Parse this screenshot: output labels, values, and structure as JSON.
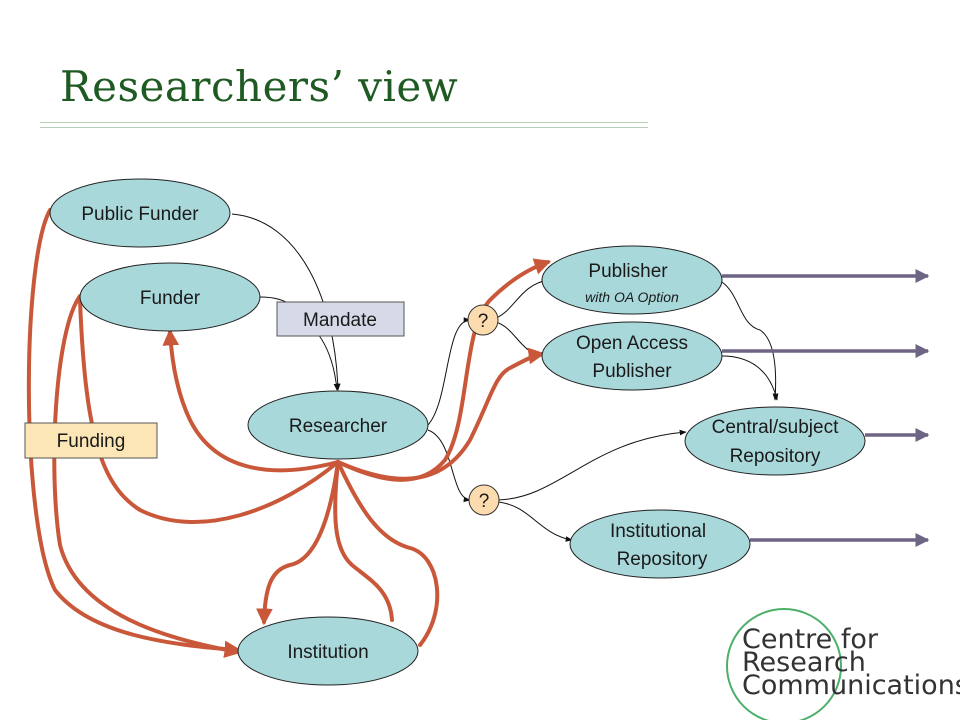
{
  "title": "Researchers’ view",
  "nodes": {
    "public_funder": "Public Funder",
    "funder": "Funder",
    "researcher": "Researcher",
    "institution": "Institution",
    "publisher": "Publisher",
    "publisher_sub": "with OA Option",
    "oa_publisher_line1": "Open Access",
    "oa_publisher_line2": "Publisher",
    "central_repo_line1": "Central/subject",
    "central_repo_line2": "Repository",
    "inst_repo_line1": "Institutional",
    "inst_repo_line2": "Repository"
  },
  "labels": {
    "mandate": "Mandate",
    "funding": "Funding",
    "question_top": "?",
    "question_bottom": "?"
  },
  "logo": {
    "line1": "Centre for",
    "line2": "Research",
    "line3": "Communications"
  },
  "colors": {
    "node_fill": "#a9d8db",
    "flow_red": "#c9583a",
    "output_arrow": "#6e6484",
    "mandate_fill": "#d6dae8",
    "funding_fill": "#fde6b6",
    "question_fill": "#fcdcae",
    "title_green": "#1e5a22",
    "logo_green": "#4caf6a"
  }
}
